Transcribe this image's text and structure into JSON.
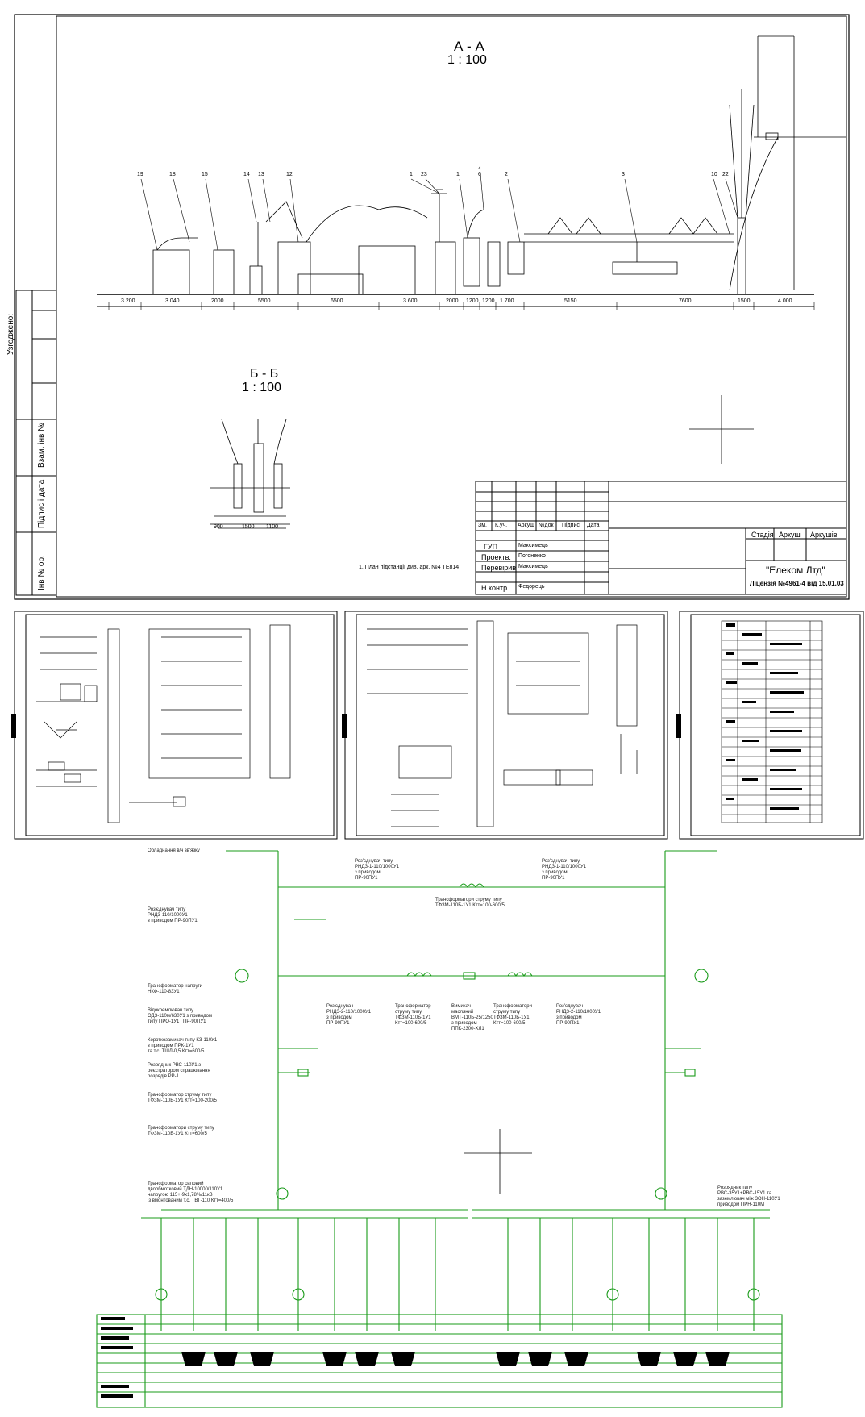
{
  "colors": {
    "line": "#000000",
    "scheme": "#1a9b1a",
    "paper": "#ffffff"
  },
  "section_aa": {
    "title": "А - А",
    "scale": "1 : 100",
    "dims": [
      "3 200",
      "3 040",
      "2000",
      "5500",
      "6500",
      "3 600",
      "2000",
      "1200",
      "1200",
      "1 700",
      "5150",
      "7600",
      "1500",
      "4 000"
    ],
    "markers": [
      "19",
      "18",
      "15",
      "14",
      "13",
      "12",
      "1",
      "23",
      "1",
      "4",
      "6",
      "2",
      "3",
      "10",
      "22"
    ]
  },
  "section_bb": {
    "title": "Б - Б",
    "scale": "1 : 100",
    "dims": [
      "900",
      "1500",
      "1100"
    ]
  },
  "note": "1. План підстанції див. арк. №4 ТЕ814",
  "left_strip": {
    "approved": "Узгоджено:",
    "inv": "Взам. інв №",
    "sign_date": "Підпис і дата",
    "inv_orig": "Інв № ор."
  },
  "title_block": {
    "headers": [
      "Зм.",
      "К.уч.",
      "Аркуш",
      "№док",
      "Підпис",
      "Дата"
    ],
    "stage_labels": [
      "Стадія",
      "Аркуш",
      "Аркушів"
    ],
    "roles": [
      "ГУП",
      "Проектв.",
      "Перевірив",
      "Н.контр."
    ],
    "names": [
      "Максимець",
      "Погоненко",
      "Максимець",
      "Федорець"
    ],
    "company": "\"Елеком Лтд\"",
    "license": "Ліцензія №4961-4 від 15.01.03"
  },
  "scheme_labels": {
    "l1": "Обладнання в/ч зв'язку",
    "l2": "Роз'єднувач типу\nРНДЗ-110/1000У1\nз приводом ПР-90ПУ1",
    "l3": "Трансформатор напруги\nНКФ-110-83У1",
    "l4": "Відокремлювач типу\nОДЗ-110м/630У1 з приводом\nтипу ПРО-1У1 і ПР-90ПУ1",
    "l5": "Короткозамикач типу КЗ-110У1\nз приводом ПРК-1У1\nта т.с. ТШЛ-0,5 Ктт=600/5",
    "l6": "Розрядник РВС-110У1 з\nреєстратором спрацювання\nрозрядів РР-1",
    "l7": "Трансформатор струму типу\nТФЗМ-110Б-1У1 Ктт=100-200/5",
    "l8": "Трансформатори струму типу\nТФЗМ-110Б-1У1 Ктт=600/5",
    "l9": "Трансформатор силовий\nдвообмотковий ТДН-10000/110У1\nнапругою 115+-9х1,78%/11кВ\nіз вмонтованим т.с. ТВТ-110 Ктт=400/5",
    "t1": "Роз'єднувач типу\nРНДЗ-1-110/1000У1\nз приводом\nПР-90ПУ1",
    "t2": "Роз'єднувач типу\nРНДЗ-1-110/1000У1\nз приводом\nПР-90ПУ1",
    "t3": "Трансформатори струму типу\nТФЗМ-110Б-1У1 Ктт=100-600/5",
    "m1": "Роз'єднувач\nРНДЗ-2-110/1000У1\nз приводом\nПР-90ПУ1",
    "m2": "Трансформатор\nструму типу\nТФЗМ-110Б-1У1\nКтт=100-600/5",
    "m3": "Вимикач\nмасляний\nВМТ-110Б-25/1250\nз приводом\nППК-2300-ХЛ1",
    "m4": "Трансформатори\nструму типу\nТФЗМ-110Б-1У1\nКтт=100-600/5",
    "m5": "Роз'єднувач\nРНДЗ-2-110/1000У1\nз приводом\nПР-90ПУ1",
    "r1": "Розрядник типу\nРВС-35У1+РВС-15У1 та\nзаземлювач між ЗОН-110У1\nприводом ПРН-110М"
  }
}
